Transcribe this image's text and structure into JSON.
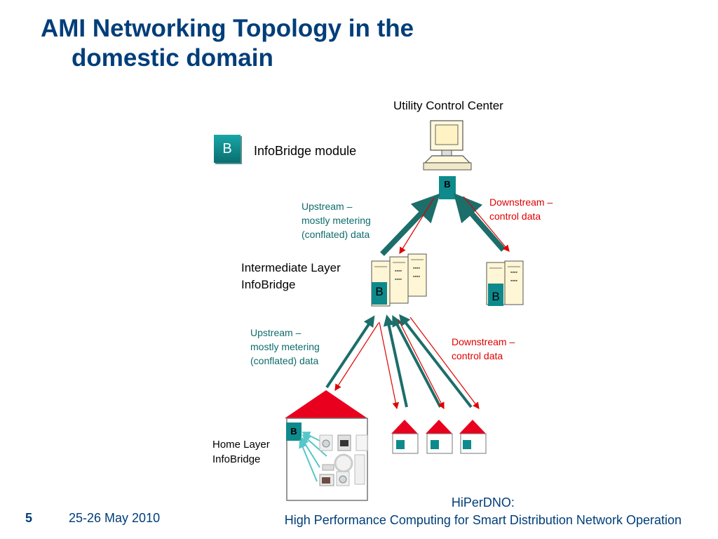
{
  "slide": {
    "title_line1": "AMI Networking Topology in the",
    "title_line2": "domestic domain"
  },
  "legend": {
    "badge": "B",
    "label": "InfoBridge module"
  },
  "diagram": {
    "utility_label": "Utility Control Center",
    "upstream_top": [
      "Upstream –",
      "mostly metering",
      "(conflated) data"
    ],
    "downstream_top": [
      "Downstream –",
      "control data"
    ],
    "intermediate_label": [
      "Intermediate Layer",
      "InfoBridge"
    ],
    "upstream_bottom": [
      "Upstream –",
      "mostly metering",
      "(conflated) data"
    ],
    "downstream_bottom": [
      "Downstream –",
      "control data"
    ],
    "home_label": [
      "Home Layer",
      "InfoBridge"
    ],
    "badge_letter": "B"
  },
  "footer": {
    "page_number": "5",
    "date": "25-26 May 2010",
    "project_line1": "HiPerDNO:",
    "project_line2": "High Performance Computing for Smart Distribution Network Operation"
  },
  "colors": {
    "title": "#003E79",
    "teal_arrow": "#1C6E6A",
    "red_arrow": "#E00000",
    "house_roof": "#E8001E",
    "home_link": "#55C7C9",
    "badge": "#0E8A8C"
  }
}
